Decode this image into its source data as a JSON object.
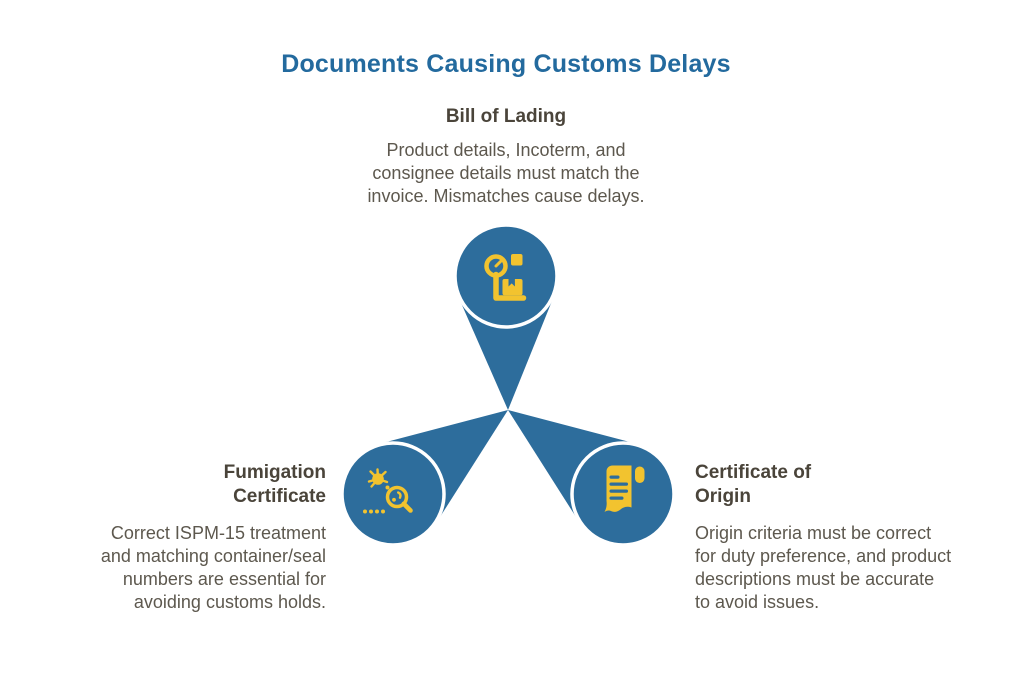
{
  "title": "Documents Causing Customs Delays",
  "colors": {
    "title": "#236A9E",
    "shape_blue": "#2D6D9C",
    "icon_yellow": "#F2C32F",
    "heading_text": "#4A443A",
    "body_text": "#5D584E",
    "background": "#FFFFFF"
  },
  "nodes": {
    "top": {
      "title": "Bill of Lading",
      "description": "Product details, Incoterm, and consignee details must match the invoice. Mismatches cause delays.",
      "icon": "weighing-scale-icon"
    },
    "bottom_left": {
      "title": "Fumigation Certificate",
      "description": "Correct ISPM-15 treatment and matching container/seal numbers are essential for avoiding customs holds.",
      "icon": "pest-inspection-icon"
    },
    "bottom_right": {
      "title": "Certificate of Origin",
      "description": "Origin criteria must be correct for duty preference, and product descriptions must be accurate to avoid issues.",
      "icon": "scroll-certificate-icon"
    }
  }
}
